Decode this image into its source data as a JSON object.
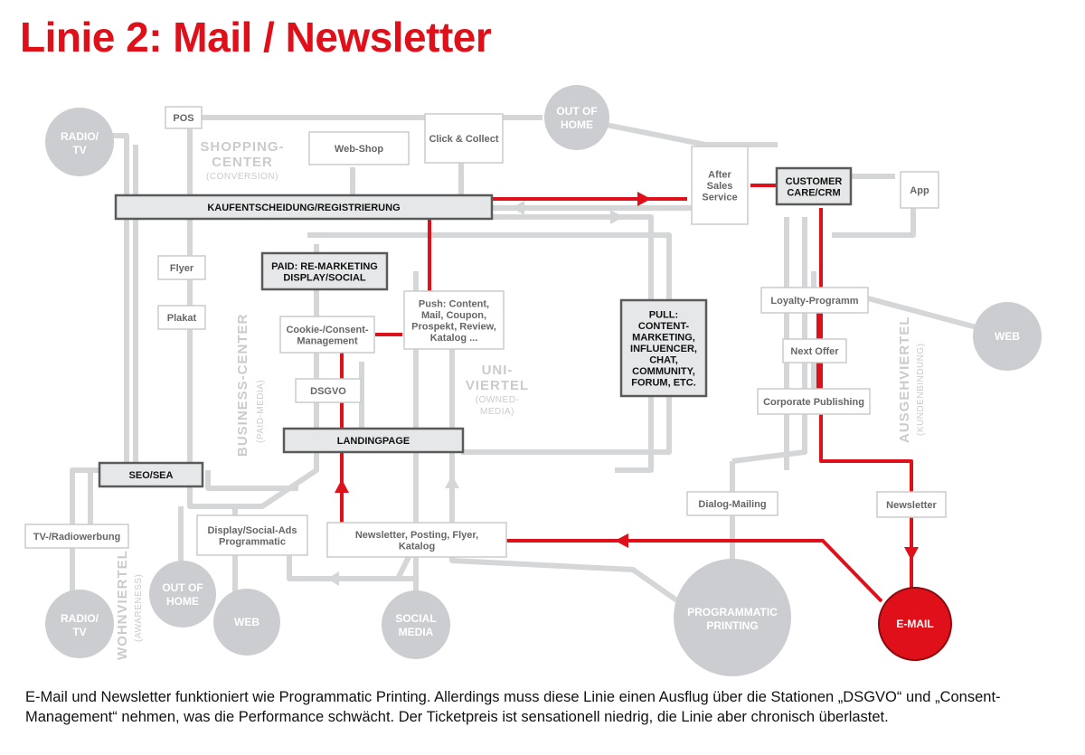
{
  "title": "Linie 2: Mail / Newsletter",
  "caption": "E-Mail und Newsletter funktioniert wie Programmatic Printing. Allerdings muss diese Linie einen Ausflug über die Stationen „DSGVO“ und „Consent-Management“ nehmen, was die Performance schwächt. Der Ticketpreis ist sensationell niedrig, die Linie aber chronisch überlastet.",
  "colors": {
    "red_line": "#e0101a",
    "grey_line": "#d4d6d8",
    "circle": "#cbcdd0",
    "box_fill_dark": "#e6e7e8",
    "box_border_dark": "#5a5a5a",
    "box_border_light": "#c9cbcd"
  },
  "districts": {
    "shopping": {
      "line1": "SHOPPING-",
      "line2": "CENTER",
      "sub": "(CONVERSION)"
    },
    "business": {
      "line1": "BUSINESS-CENTER",
      "sub": "(PAID-MEDIA)"
    },
    "uni": {
      "line1": "UNI-",
      "line2": "VIERTEL",
      "sub1": "(OWNED-",
      "sub2": "MEDIA)"
    },
    "ausgeh": {
      "line1": "AUSGEHVIERTEL",
      "sub": "(KUNDENBINDUNG)"
    },
    "wohn": {
      "line1": "WOHNVIERTEL",
      "sub": "(AWARENESS)"
    }
  },
  "circles": {
    "radio_tv_top": {
      "line1": "RADIO/",
      "line2": "TV"
    },
    "out_of_home_top": {
      "line1": "OUT OF",
      "line2": "HOME"
    },
    "web_right": {
      "line1": "WEB"
    },
    "radio_tv_bottom": {
      "line1": "RADIO/",
      "line2": "TV"
    },
    "out_of_home_bottom": {
      "line1": "OUT OF",
      "line2": "HOME"
    },
    "web_bottom": {
      "line1": "WEB"
    },
    "social_media": {
      "line1": "SOCIAL",
      "line2": "MEDIA"
    },
    "programmatic_printing": {
      "line1": "PROGRAMMATIC",
      "line2": "PRINTING"
    },
    "email": {
      "line1": "E-MAIL"
    }
  },
  "boxes": {
    "pos": {
      "lines": [
        "POS"
      ]
    },
    "web_shop": {
      "lines": [
        "Web-Shop"
      ]
    },
    "click_collect": {
      "lines": [
        "Click & Collect"
      ]
    },
    "after_sales": {
      "lines": [
        "After",
        "Sales",
        "Service"
      ]
    },
    "customer_care": {
      "lines": [
        "CUSTOMER",
        "CARE/CRM"
      ]
    },
    "app": {
      "lines": [
        "App"
      ]
    },
    "kaufentscheidung": {
      "lines": [
        "KAUFENTSCHEIDUNG/REGISTRIERUNG"
      ]
    },
    "flyer": {
      "lines": [
        "Flyer"
      ]
    },
    "plakat": {
      "lines": [
        "Plakat"
      ]
    },
    "paid_remarketing": {
      "lines": [
        "PAID: RE-MARKETING",
        "DISPLAY/SOCIAL"
      ]
    },
    "push": {
      "lines": [
        "Push: Content,",
        "Mail, Coupon,",
        "Prospekt, Review,",
        "Katalog ..."
      ]
    },
    "cookie": {
      "lines": [
        "Cookie-/Consent-",
        "Management"
      ]
    },
    "dsgvo": {
      "lines": [
        "DSGVO"
      ]
    },
    "pull": {
      "lines": [
        "PULL:",
        "CONTENT-",
        "MARKETING,",
        "INFLUENCER,",
        "CHAT,",
        "COMMUNITY,",
        "FORUM, ETC."
      ]
    },
    "loyalty": {
      "lines": [
        "Loyalty-Programm"
      ]
    },
    "next_offer": {
      "lines": [
        "Next Offer"
      ]
    },
    "corporate_publishing": {
      "lines": [
        "Corporate Publishing"
      ]
    },
    "landingpage": {
      "lines": [
        "LANDINGPAGE"
      ]
    },
    "seo_sea": {
      "lines": [
        "SEO/SEA"
      ]
    },
    "dialog_mailing": {
      "lines": [
        "Dialog-Mailing"
      ]
    },
    "newsletter": {
      "lines": [
        "Newsletter"
      ]
    },
    "tv_radiowerbung": {
      "lines": [
        "TV-/Radiowerbung"
      ]
    },
    "display_social_ads": {
      "lines": [
        "Display/Social-Ads",
        "Programmatic"
      ]
    },
    "newsletter_posting": {
      "lines": [
        "Newsletter, Posting, Flyer,",
        "Katalog"
      ]
    }
  }
}
